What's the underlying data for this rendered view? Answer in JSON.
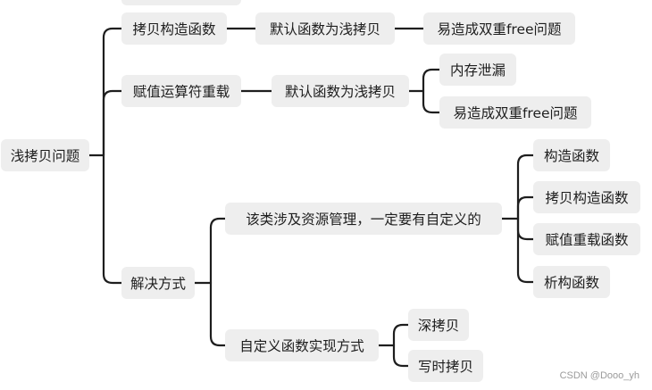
{
  "root": "浅拷贝问题",
  "branches": [
    {
      "label": "拷贝构造函数",
      "children": [
        {
          "label": "默认函数为浅拷贝",
          "children": [
            "易造成双重free问题"
          ]
        }
      ]
    },
    {
      "label": "赋值运算符重载",
      "children": [
        {
          "label": "默认函数为浅拷贝",
          "children": [
            "内存泄漏",
            "易造成双重free问题"
          ]
        }
      ]
    },
    {
      "label": "解决方式",
      "children": [
        {
          "label": "该类涉及资源管理，一定要有自定义的",
          "children": [
            "构造函数",
            "拷贝构造函数",
            "赋值重载函数",
            "析构函数"
          ]
        },
        {
          "label": "自定义函数实现方式",
          "children": [
            "深拷贝",
            "写时拷贝"
          ]
        }
      ]
    }
  ],
  "watermark": "CSDN @Dooo_yh",
  "colors": {
    "node_bg": "#eeeeee",
    "line": "#1e1e1e",
    "text": "#1e1e1e"
  }
}
